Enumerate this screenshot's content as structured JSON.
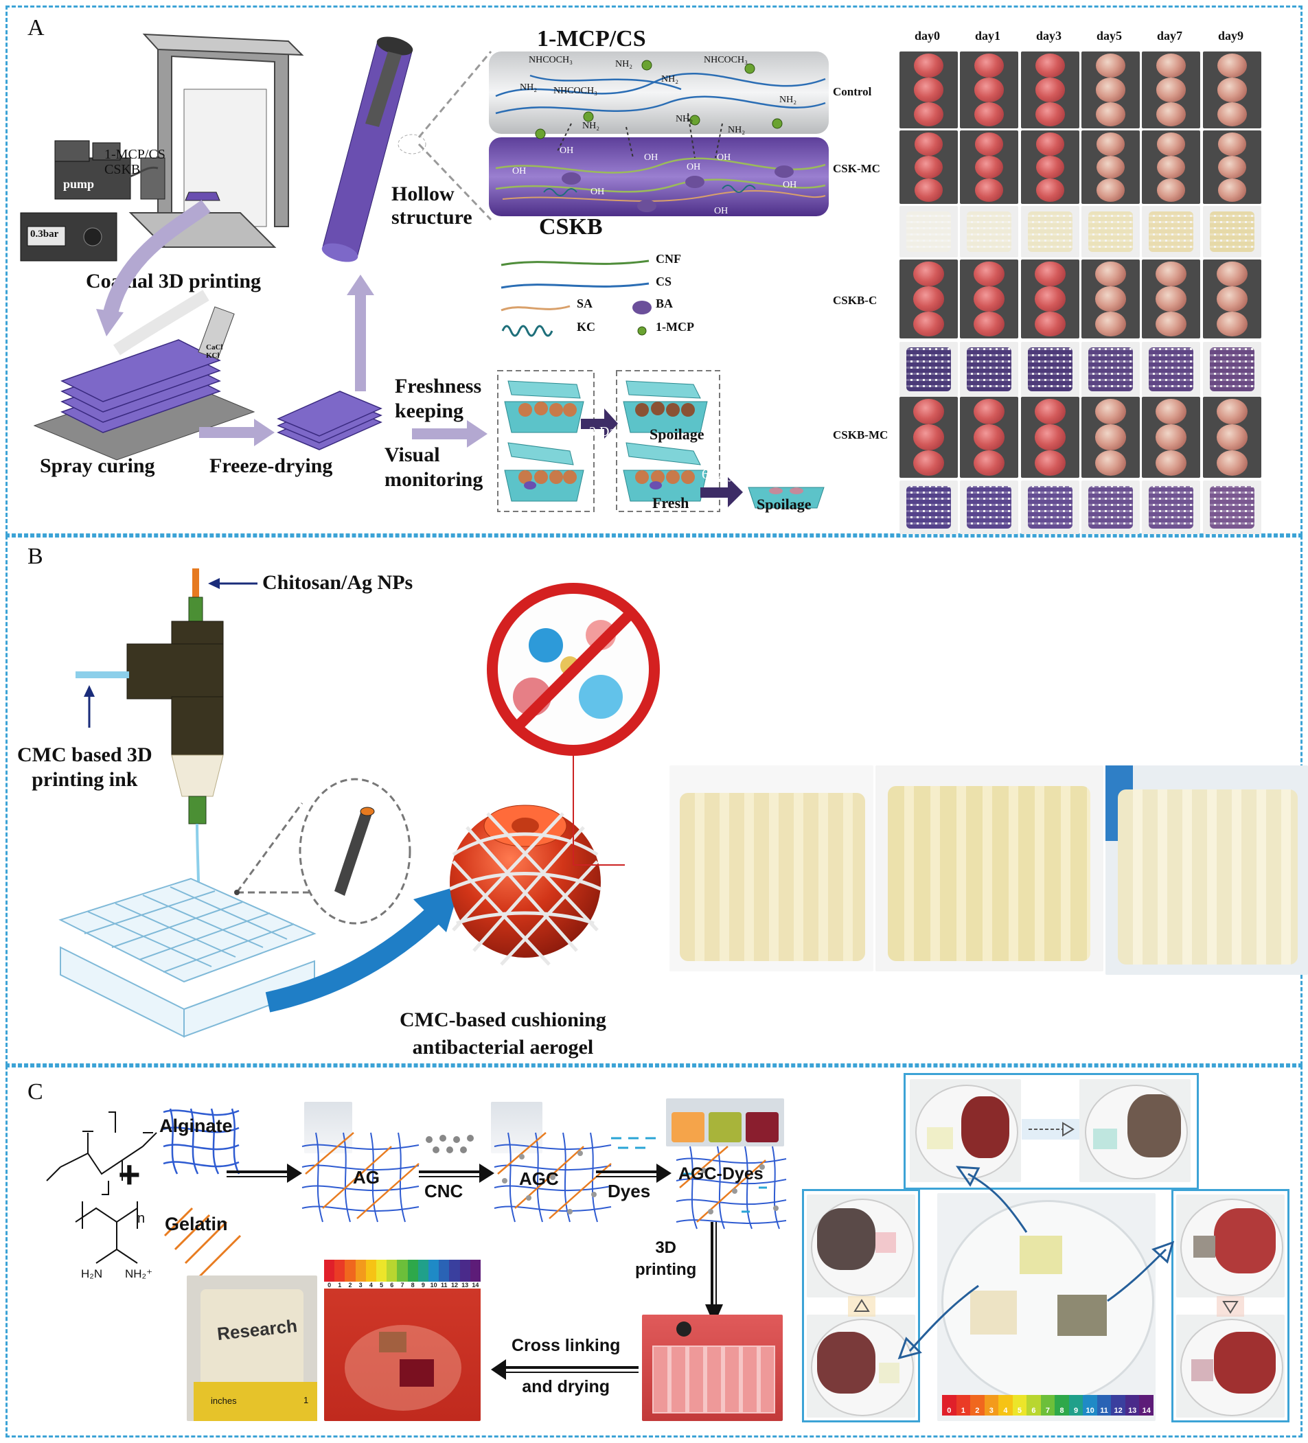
{
  "panels": {
    "a": "A",
    "b": "B",
    "c": "C"
  },
  "panel_a": {
    "printer": {
      "pump": "pump",
      "pressure": "0.3bar",
      "nozzle_label": "1-MCP/CS\nCSKB",
      "caption": "Coaxial 3D printing"
    },
    "spray_bottle": "CaCl\nKCl",
    "hollow": "Hollow\nstructure",
    "title_top": "1-MCP/CS",
    "title_bottom": "CSKB",
    "chem_groups": {
      "nhcoch3": "NHCOCH₃",
      "nh2": "NH₂",
      "oh": "OH"
    },
    "steps": {
      "spray": "Spray curing",
      "freeze": "Freeze-drying",
      "fresh_keep": "Freshness\nkeeping",
      "visual": "Visual\nmonitoring"
    },
    "legend": [
      {
        "key": "CNF",
        "color": "#4f8d3a",
        "shape": "line"
      },
      {
        "key": "CS",
        "color": "#2a6db4",
        "shape": "line"
      },
      {
        "key": "SA",
        "color": "#d9a06a",
        "shape": "line"
      },
      {
        "key": "BA",
        "color": "#6b4f9a",
        "shape": "ellipse"
      },
      {
        "key": "KC",
        "color": "#1e6f7a",
        "shape": "wave"
      },
      {
        "key": "1-MCP",
        "color": "#6aa331",
        "shape": "dot"
      }
    ],
    "timeline": {
      "days3": "3 Days",
      "days6": "6 Days",
      "spoilage1": "Spoilage",
      "fresh": "Fresh",
      "spoilage2": "Spoilage"
    },
    "photo_grid": {
      "days": [
        "day0",
        "day1",
        "day3",
        "day5",
        "day7",
        "day9"
      ],
      "rows": [
        "Control",
        "CSK-MC",
        "CSKB-C",
        "CSKB-MC"
      ]
    }
  },
  "panel_b": {
    "inner_ink": "Chitosan/Ag NPs",
    "outer_ink": "CMC based 3D\nprinting ink",
    "product": "CMC-based cushioning\nantibacterial aerogel"
  },
  "panel_c": {
    "alginate": "Alginate",
    "gelatin": "Gelatin",
    "chem_sub": {
      "n": "n",
      "amine1": "H₂N",
      "amine2": "NH₂⁺"
    },
    "ag": "AG",
    "cnc": "CNC",
    "agc": "AGC",
    "dyes": "Dyes",
    "agc_dyes": "AGC-Dyes",
    "print": "3D\nprinting",
    "crosslink": "Cross linking\nand drying",
    "research": "Research",
    "ruler_unit": "inches",
    "ruler_one": "1",
    "ph_scale": [
      "0",
      "1",
      "2",
      "3",
      "4",
      "5",
      "6",
      "7",
      "8",
      "9",
      "10",
      "11",
      "12",
      "13",
      "14"
    ]
  }
}
